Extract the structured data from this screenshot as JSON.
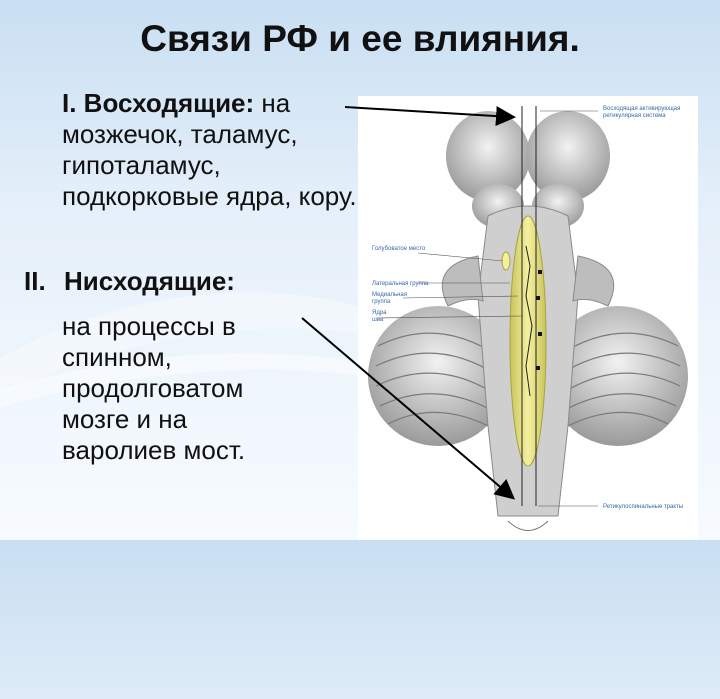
{
  "slide": {
    "title": "Связи РФ и ее влияния.",
    "ascending": {
      "heading": "I. Восходящие:",
      "text": " на мозжечок, таламус, гипоталамус, подкорковые ядра, кору."
    },
    "descending": {
      "number": "II.",
      "heading": "Нисходящие:",
      "text": "на процессы в спинном, продолговатом мозге и на варолиев мост."
    }
  },
  "figure": {
    "labels": {
      "top_right_1": "Восходящая активирующая",
      "top_right_2": "ретикулярная система",
      "left_1": "Голубоватое место",
      "left_2": "Латеральная группа",
      "left_3": "Медиальная",
      "left_4": "группа",
      "left_5": "Ядра",
      "left_6": "шва",
      "bottom_right": "Ретикулоспинальные тракты"
    },
    "colors": {
      "nuclei": "#e6e07a",
      "brainstem": "#c8c8c8",
      "arrow": "#000000",
      "label": "#3a66a8"
    }
  }
}
